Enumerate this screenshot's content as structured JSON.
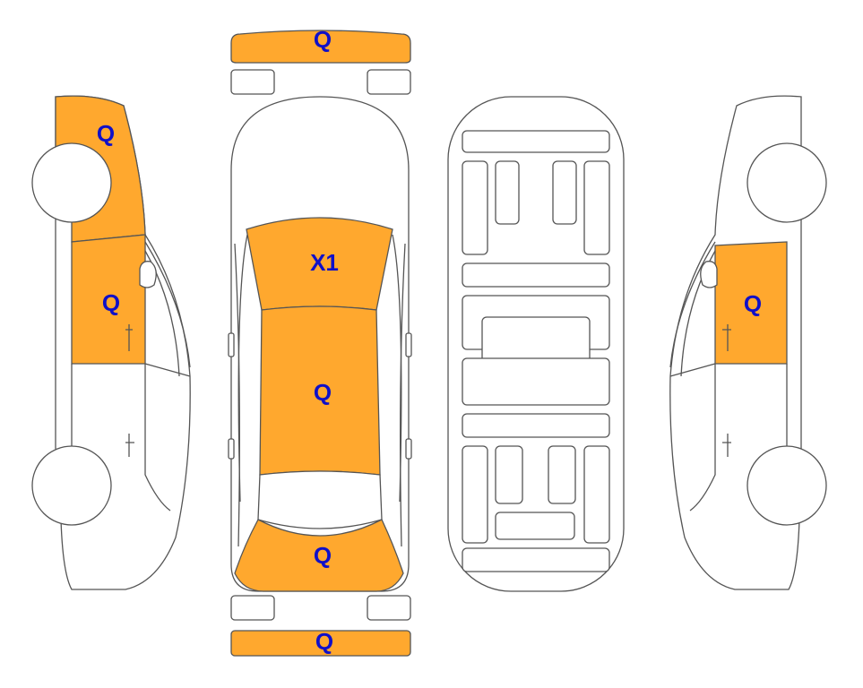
{
  "colors": {
    "damage_fill": "#FFA82E",
    "label_color": "#1010C8",
    "outline": "#555555",
    "background": "#ffffff"
  },
  "labels": {
    "front_bumper": "Q",
    "rear_bumper": "Q",
    "hood": "X1",
    "roof": "Q",
    "trunk": "Q",
    "left_front_fender": "Q",
    "left_front_door": "Q",
    "right_rear_door": "Q"
  }
}
